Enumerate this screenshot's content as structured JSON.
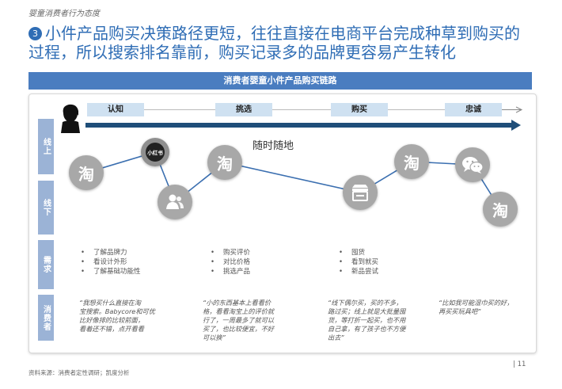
{
  "header": {
    "doc_title": "婴童消费者行为态度",
    "point_number": "3",
    "headline_line1": "小件产品购买决策路径更短，往往直接在电商平台完成种草到购买的",
    "headline_line2": "过程，所以搜索排名靠前，购买记录多的品牌更容易产生转化"
  },
  "banner": {
    "title": "消费者婴童小件产品购买链路"
  },
  "stages": [
    "认知",
    "挑选",
    "购买",
    "忠诚"
  ],
  "timeline_label": "随时随地",
  "row_labels": {
    "online": "线上",
    "offline": "线下",
    "needs": "需求",
    "consumer": "消费者"
  },
  "nodes": [
    {
      "name": "taobao-icon",
      "label": "淘"
    },
    {
      "name": "xiaohongshu-icon",
      "label": "小红书"
    },
    {
      "name": "people-icon",
      "label": ""
    },
    {
      "name": "taobao-icon",
      "label": "淘"
    },
    {
      "name": "store-icon",
      "label": ""
    },
    {
      "name": "taobao-icon",
      "label": "淘"
    },
    {
      "name": "wechat-icon",
      "label": ""
    },
    {
      "name": "taobao-icon",
      "label": "淘"
    }
  ],
  "needs": [
    [
      "了解品牌力",
      "看设计外形",
      "了解基础功能性"
    ],
    [
      "购买评价",
      "对比价格",
      "挑选产品"
    ],
    [
      "囤货",
      "看到就买",
      "新品尝试"
    ]
  ],
  "quotes": [
    [
      "“我想买什么直接在淘",
      "宝搜索。Babycore和可优",
      "比好像排的比较前面，",
      "看着还不错，点开看看"
    ],
    [
      "“小的东西基本上看看价",
      "格，看看淘宝上的评价就",
      "行了，一周最多了就可以",
      "买了，也比较便宜，不好",
      "可以换”"
    ],
    [
      "“线下偶尔买，买的不多，",
      "路过买；线上就是大批量囤",
      "货，等打折一起买，也不用",
      "自己拿，有了孩子也不方便",
      "出去”"
    ],
    [
      "“比如我可能湿巾买的好，",
      "再买买玩具吧”"
    ]
  ],
  "footer": {
    "source": "资料来源：消费者定性调研；凯度分析",
    "page": "| 11"
  },
  "colors": {
    "accent": "#2f6db5",
    "dark_navy": "#1f4e79",
    "side_label": "#9bb3d6",
    "stage_fill": "#cfe1f1",
    "node_gray": "#a8a8a8"
  }
}
